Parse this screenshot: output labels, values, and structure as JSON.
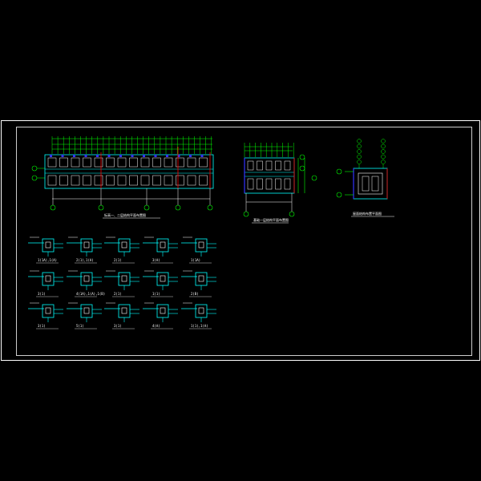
{
  "colors": {
    "background": "#000000",
    "border": "#ffffff",
    "grid": "#ffffff",
    "wall": "#00ffff",
    "dimension": "#00ff00",
    "column": "#3333ff",
    "accent": "#ff0000",
    "label": "#ffffff"
  },
  "drawing": {
    "plan_a_title": "标高一、二层结构平面布置图",
    "plan_b_title": "基础一层结构平面布置图",
    "plan_c_title": "屋面结构布置平面图",
    "details": [
      "1(1A),1(A)",
      "2(1),1(A)",
      "2(1)",
      "3(A)",
      "1(1A)",
      "3(1)",
      "4(1A),1(A),1(B)",
      "2(1)",
      "1(1)",
      "2(B)",
      "3(1)",
      "5(1)",
      "3(1)",
      "4(A)",
      "1(1),1(A)"
    ]
  }
}
